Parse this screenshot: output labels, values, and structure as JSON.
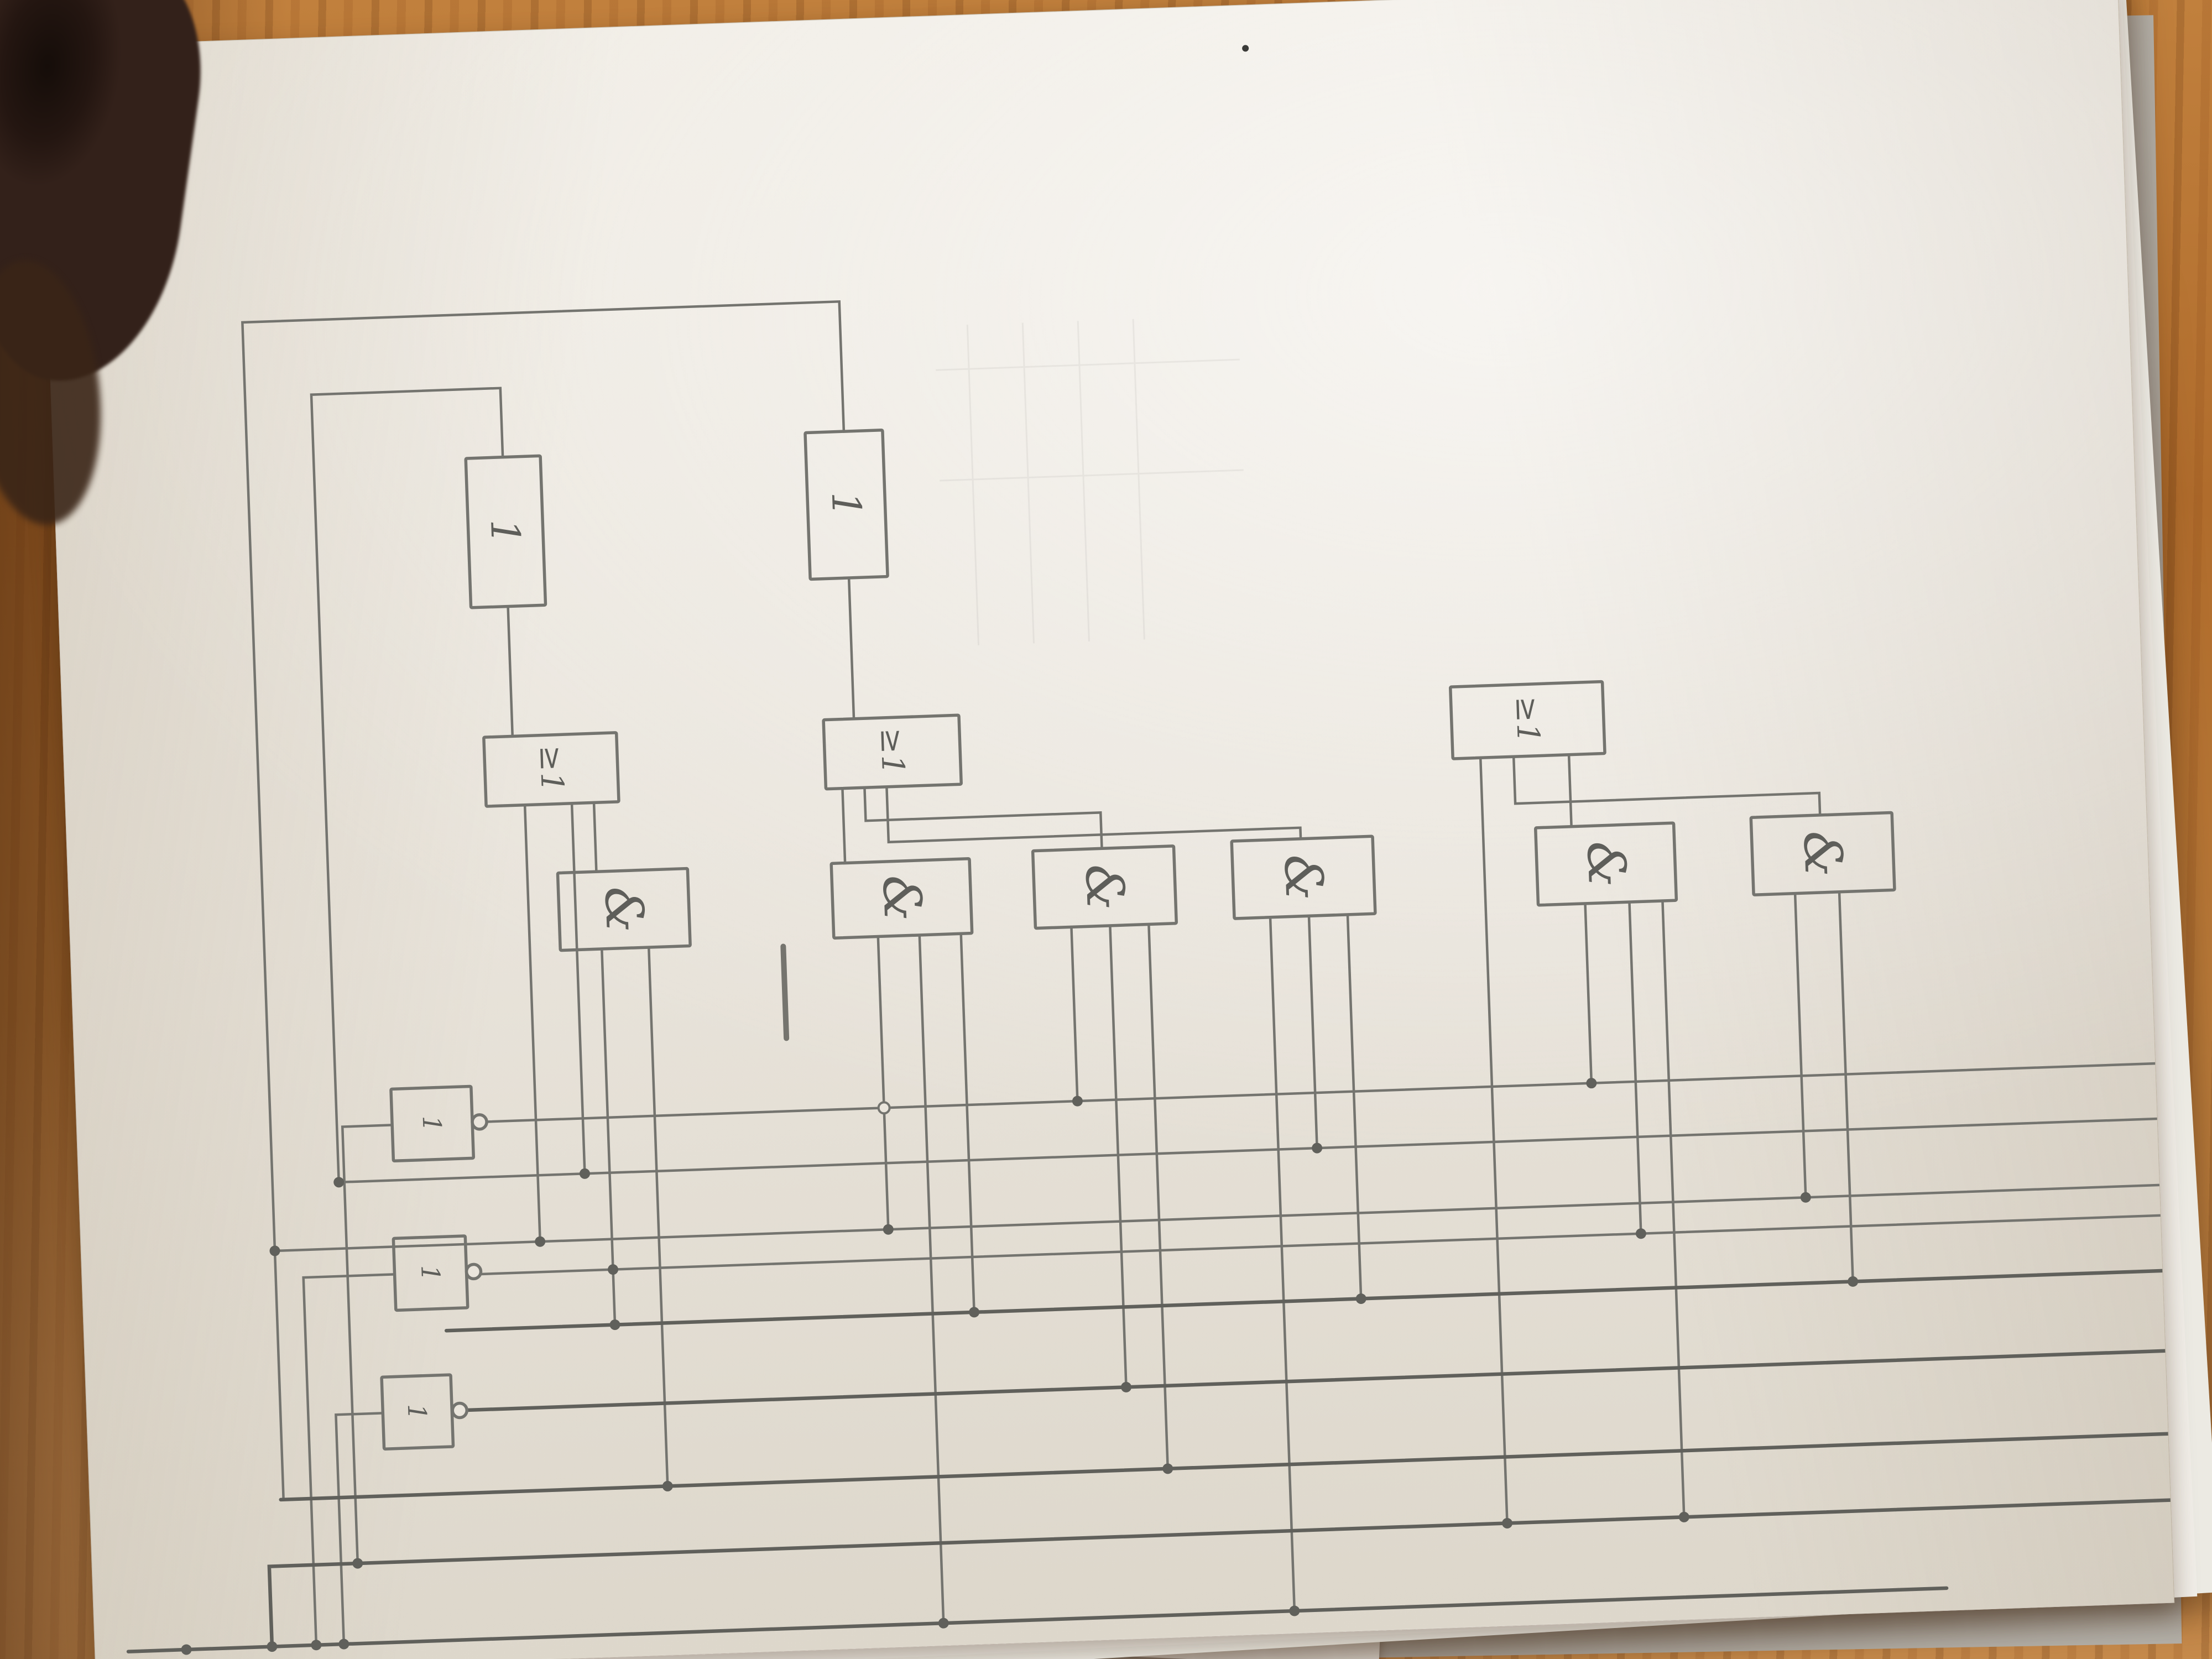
{
  "gates": {
    "buffers": [
      {
        "label": "1"
      },
      {
        "label": "1"
      }
    ],
    "or_gates": [
      {
        "label": "≥1"
      },
      {
        "label": "≥1"
      },
      {
        "label": "≥1"
      }
    ],
    "and_gates": [
      {
        "label": "&"
      },
      {
        "label": "&"
      },
      {
        "label": "&"
      },
      {
        "label": "&"
      },
      {
        "label": "&"
      },
      {
        "label": "&"
      }
    ],
    "not_gates": [
      {
        "label": "1"
      },
      {
        "label": "1"
      },
      {
        "label": "1"
      }
    ]
  },
  "colors": {
    "pencil": "#74746f",
    "pencil_dark": "#60605b",
    "paper": "#eae5dc"
  }
}
